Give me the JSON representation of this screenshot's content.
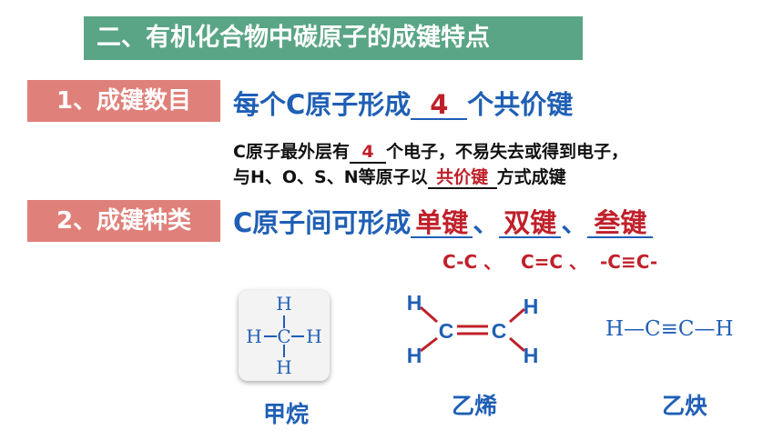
{
  "title": "二、有机化合物中碳原子的成键特点",
  "section1": {
    "tag": "1、成键数目",
    "statement_pre": "每个C原子形成",
    "statement_blank": "4",
    "statement_post": "个共价键",
    "detail1_pre": "C原子最外层有",
    "detail1_blank": "4",
    "detail1_post": "个电子，不易失去或得到电子，",
    "detail2_pre": "与H、O、S、N等原子以",
    "detail2_blank": "共价键",
    "detail2_post": "方式成键"
  },
  "section2": {
    "tag": "2、成键种类",
    "statement_pre": "C原子间可形成",
    "bond_single": "单键",
    "sep1": "、",
    "bond_double": "双键",
    "sep2": "、",
    "bond_triple": "叁键",
    "bond_formulas": "C-C 、   C=C 、  -C≡C-"
  },
  "molecules": {
    "methane": {
      "label": "甲烷",
      "top_h": "H",
      "left_h": "H",
      "center_c": "C",
      "right_h": "H",
      "bottom_h": "H"
    },
    "ethylene": {
      "label": "乙烯",
      "h_top_left": "H",
      "h_bottom_left": "H",
      "c_left": "C",
      "c_right": "C",
      "h_top_right": "H",
      "h_bottom_right": "H"
    },
    "acetylene": {
      "label": "乙炔",
      "formula": "H—C≡C—H"
    }
  },
  "colors": {
    "title_bg": "#5aa585",
    "tag_bg": "#e0807a",
    "blue_text": "#1f5fb5",
    "red_text": "#c0202a",
    "bond_red": "#c0202a"
  }
}
